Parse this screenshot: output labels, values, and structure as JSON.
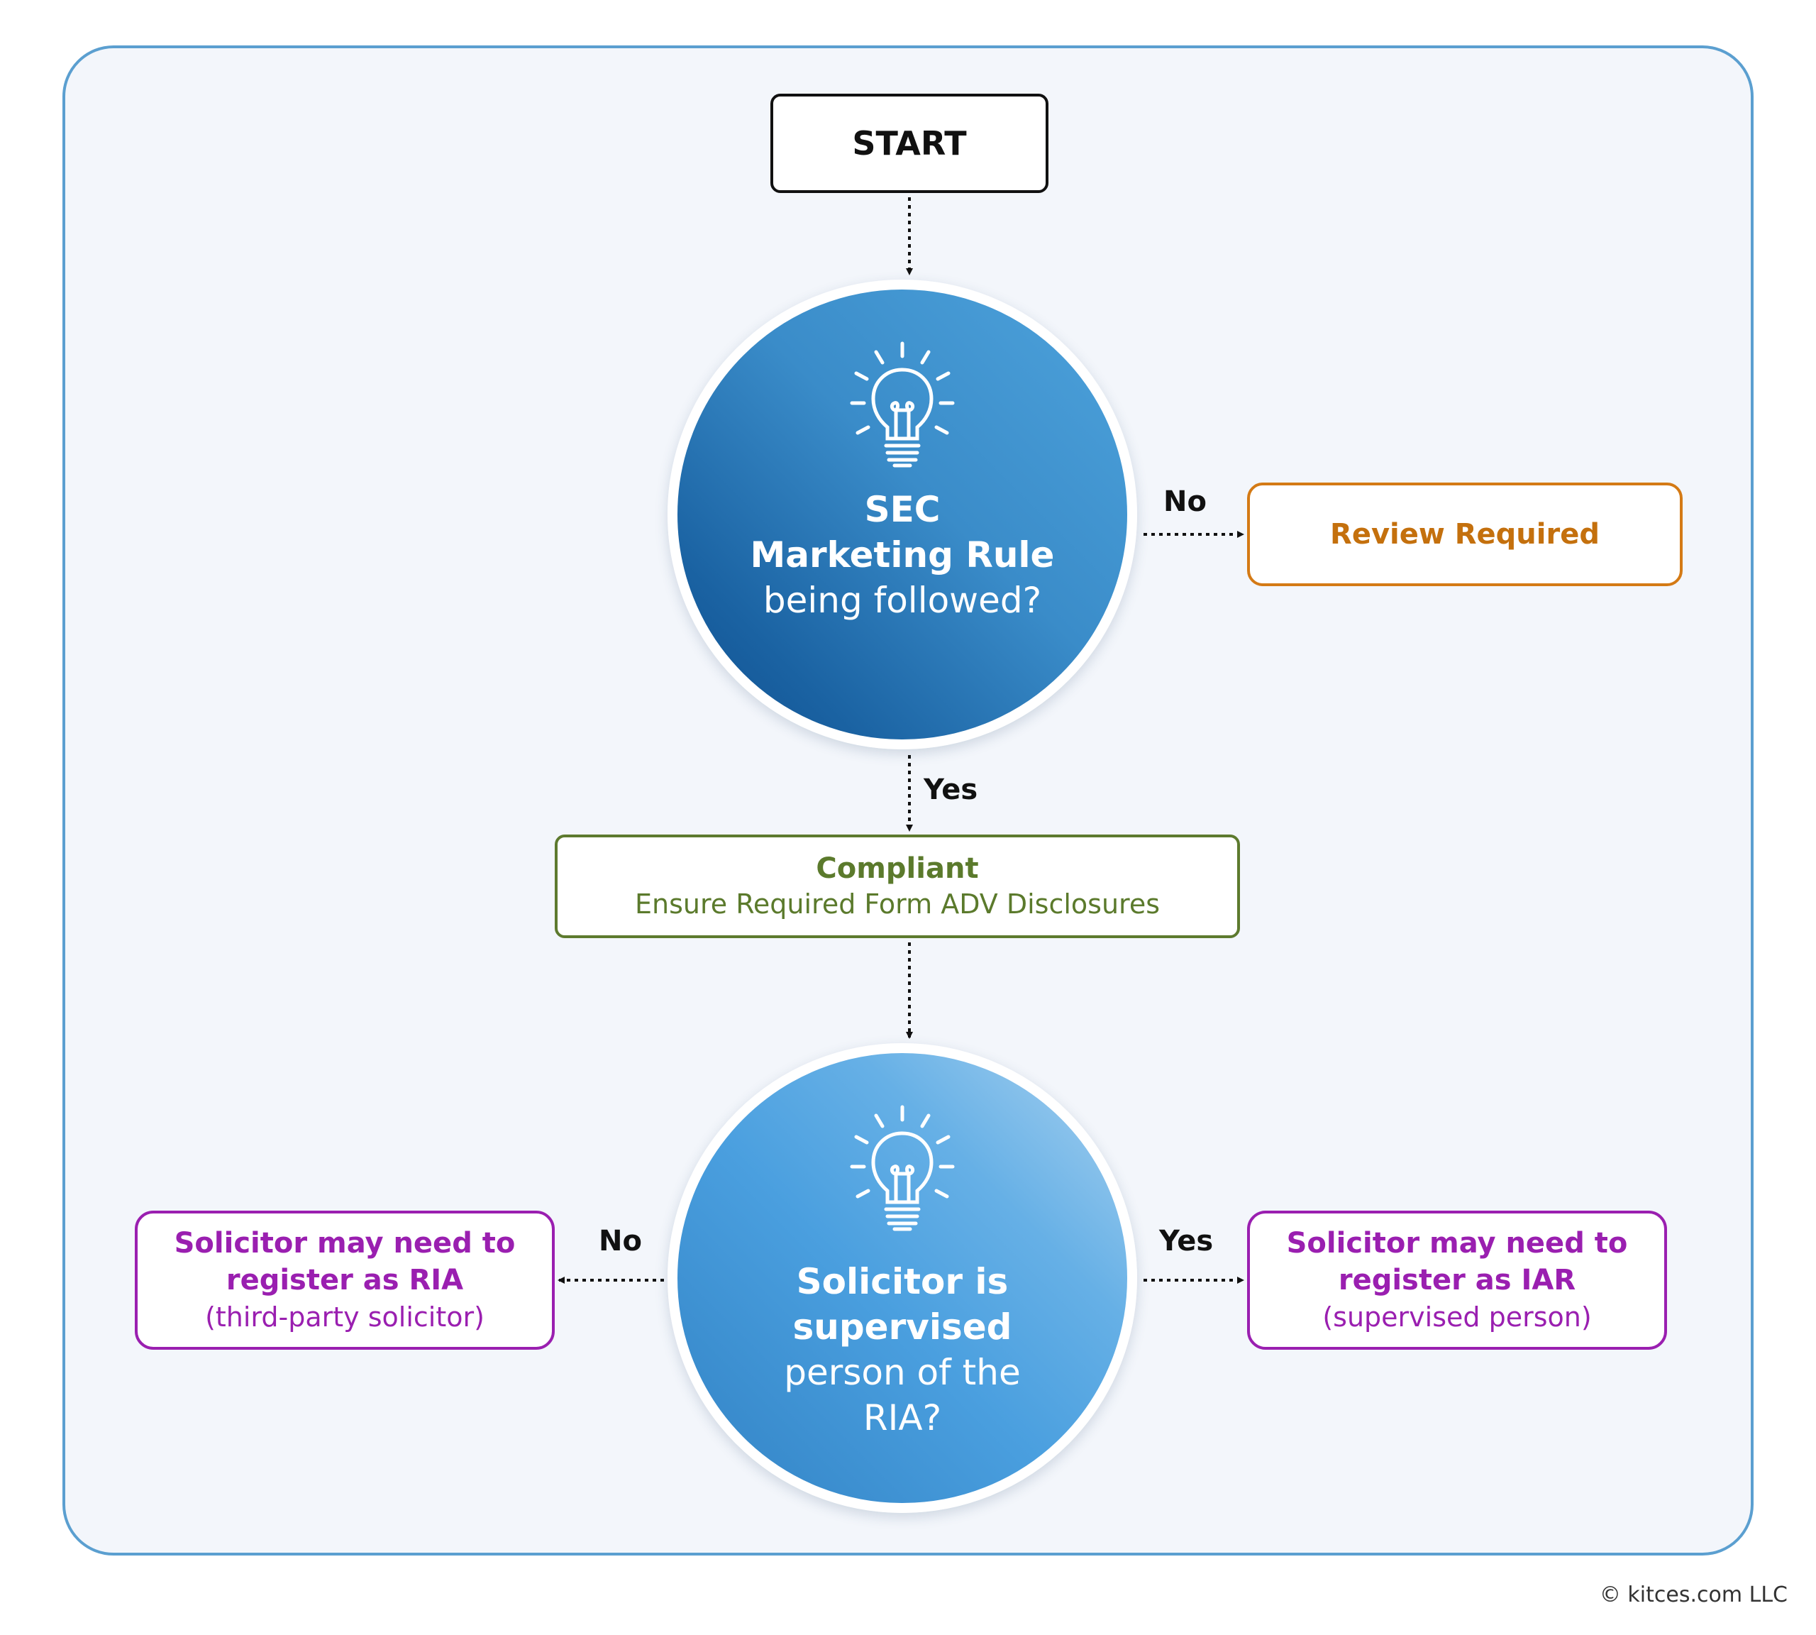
{
  "nodes": {
    "start": "START",
    "decision_marketing": {
      "line1": "SEC",
      "line2": "Marketing Rule",
      "line3": "being followed?",
      "icon": "lightbulb-icon"
    },
    "review": "Review Required",
    "compliant": {
      "title": "Compliant",
      "subtitle": "Ensure Required Form ADV Disclosures"
    },
    "decision_supervised": {
      "line1": "Solicitor is",
      "line2": "supervised",
      "line3": "person of the",
      "line4": "RIA?",
      "icon": "lightbulb-icon"
    },
    "ria": {
      "line1": "Solicitor may need to",
      "line2": "register as RIA",
      "line3": "(third-party solicitor)"
    },
    "iar": {
      "line1": "Solicitor may need to",
      "line2": "register as IAR",
      "line3": "(supervised person)"
    }
  },
  "edges": {
    "marketing_no": "No",
    "marketing_yes": "Yes",
    "supervised_no": "No",
    "supervised_yes": "Yes"
  },
  "colors": {
    "frame_border": "#5b9fd0",
    "frame_fill": "#f3f6fb",
    "review": "#c4700d",
    "compliant": "#5b7a2c",
    "solicitor": "#9a1fb0"
  },
  "footer": {
    "copyright": "© kitces.com LLC"
  }
}
